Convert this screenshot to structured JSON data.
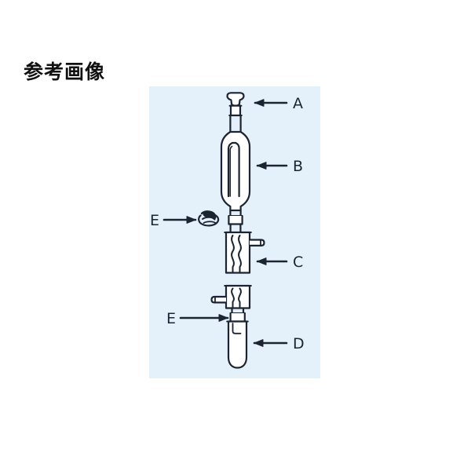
{
  "page": {
    "title": "参考画像",
    "background_color": "#ffffff"
  },
  "diagram": {
    "panel_color": "#e4f1fb",
    "line_color": "#1b2430",
    "subject": "glass-distillation-apparatus",
    "callouts": [
      {
        "key": "A",
        "label": "A",
        "side": "right",
        "target": "glass-stopper"
      },
      {
        "key": "B",
        "label": "B",
        "side": "right",
        "target": "bulb-vessel-with-inner-tube"
      },
      {
        "key": "E1",
        "label": "E",
        "side": "left",
        "target": "joint-clip"
      },
      {
        "key": "C",
        "label": "C",
        "side": "right",
        "target": "upper-condenser-with-side-arm"
      },
      {
        "key": "E2",
        "label": "E",
        "side": "left",
        "target": "joint-clip-lower"
      },
      {
        "key": "D",
        "label": "D",
        "side": "right",
        "target": "receiver-test-tube"
      }
    ]
  }
}
